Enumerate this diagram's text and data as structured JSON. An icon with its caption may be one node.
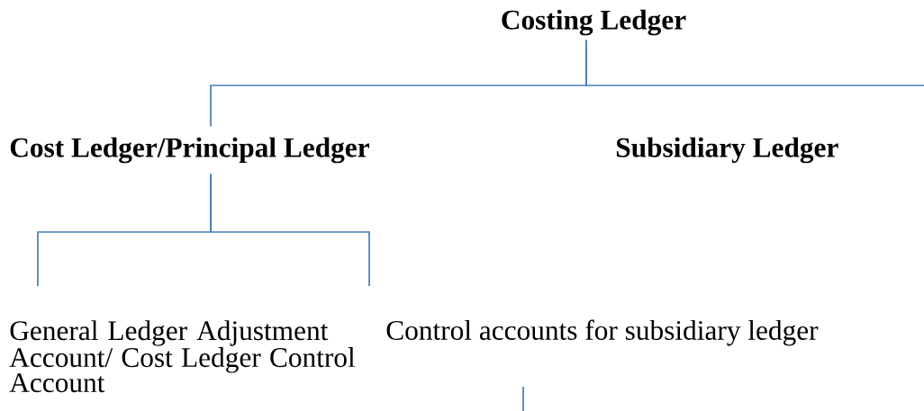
{
  "diagram": {
    "nodes": [
      {
        "text": [
          "Costing Ledger"
        ]
      },
      {
        "text": [
          "Cost Ledger/Principal Ledger"
        ]
      },
      {
        "text": [
          "Subsidiary Ledger"
        ]
      },
      {
        "text": [
          "General Ledger Adjustment Account/ Cost Ledger Control Account"
        ]
      },
      {
        "text": [
          "Control accounts for subsidiary ledger"
        ]
      }
    ],
    "edges": [
      {
        "from": 0,
        "to": 1,
        "arrow": "none"
      },
      {
        "from": 0,
        "to": null,
        "arrow": "none"
      },
      {
        "from": 1,
        "to": 3,
        "arrow": "none"
      },
      {
        "from": 1,
        "to": 4,
        "arrow": "none"
      }
    ]
  }
}
